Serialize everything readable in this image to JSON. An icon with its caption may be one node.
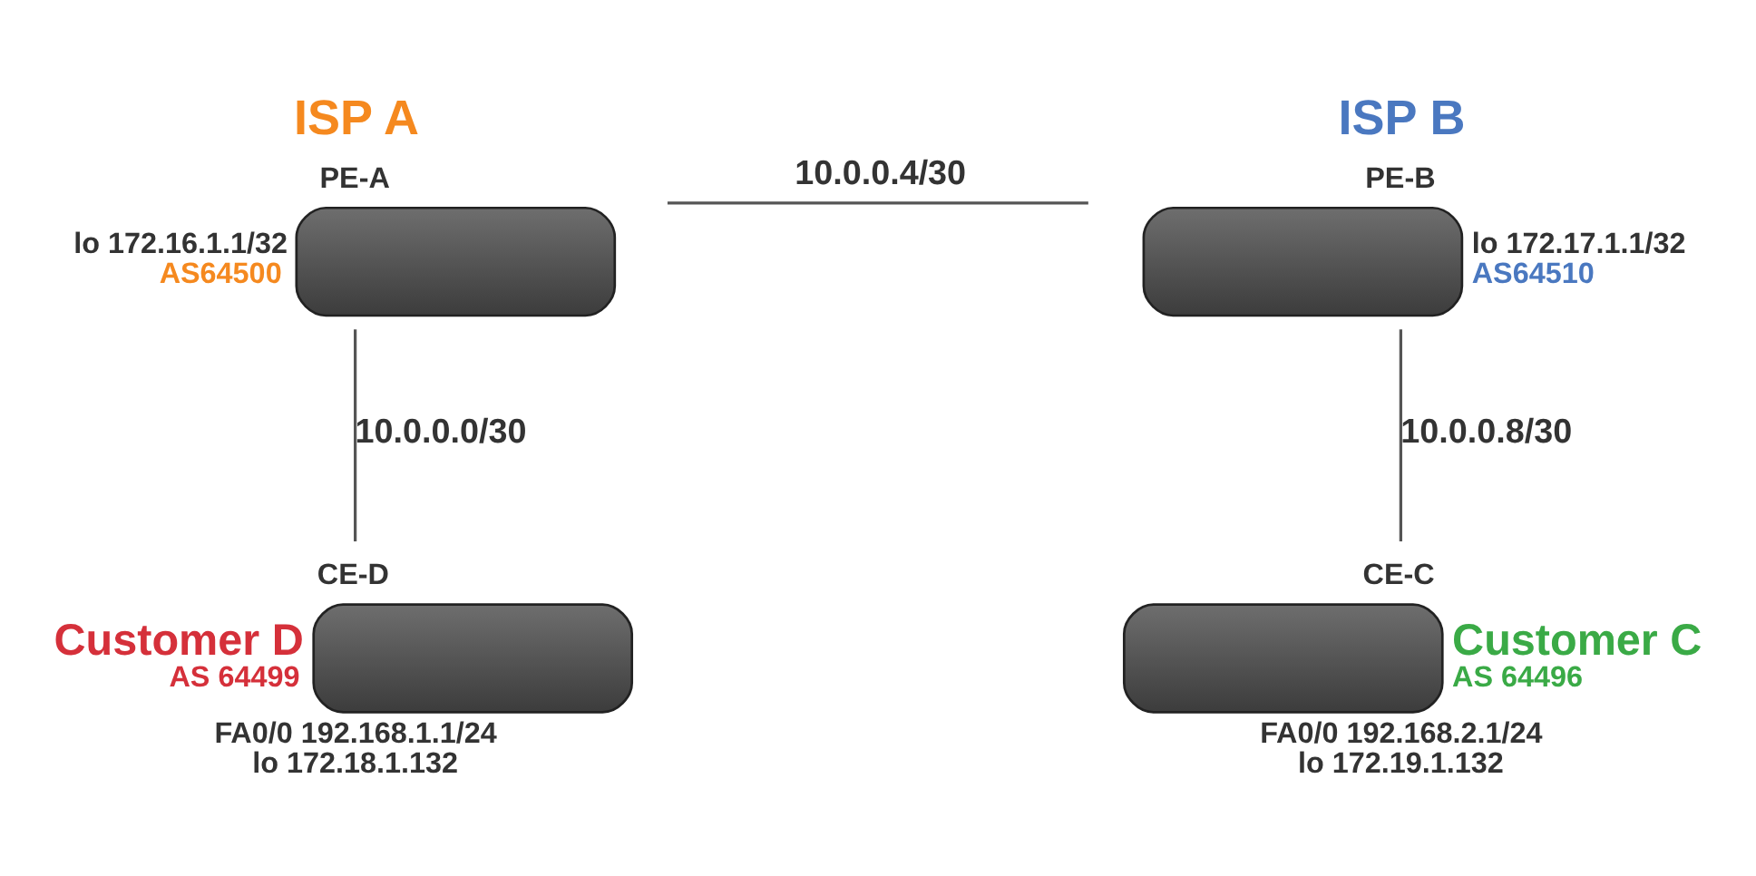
{
  "diagram": {
    "nodes": [
      {
        "text": [
          "ISP A",
          "PE-A"
        ],
        "beside": [
          "lo 172.16.1.1/32",
          "AS64500"
        ]
      },
      {
        "text": [
          "ISP B",
          "PE-B"
        ],
        "beside": [
          "lo 172.17.1.1/32",
          "AS64510"
        ]
      },
      {
        "text": [
          "CE-D"
        ],
        "beside": [
          "Customer D",
          "AS 64499",
          "FA0/0 192.168.1.1/24",
          "lo 172.18.1.132"
        ]
      },
      {
        "text": [
          "CE-C"
        ],
        "beside": [
          "Customer C",
          "AS 64496",
          "FA0/0 192.168.2.1/24",
          "lo 172.19.1.132"
        ]
      }
    ],
    "edges": [
      {
        "from": 0,
        "to": 1,
        "arrow": "none",
        "label": "10.0.0.4/30"
      },
      {
        "from": 0,
        "to": 2,
        "arrow": "none",
        "label": "10.0.0.0/30"
      },
      {
        "from": 1,
        "to": 3,
        "arrow": "none",
        "label": "10.0.0.8/30"
      }
    ]
  }
}
